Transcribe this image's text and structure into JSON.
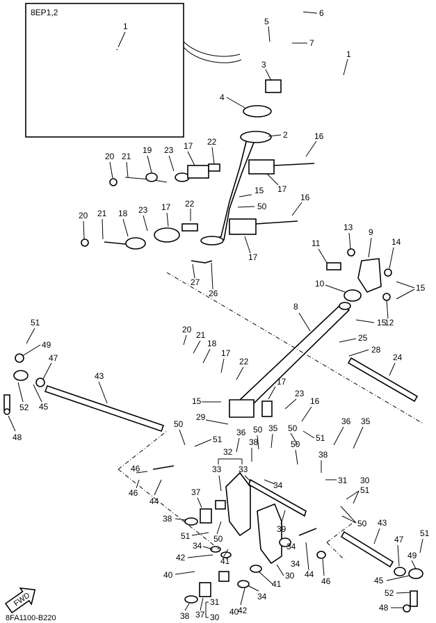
{
  "inset": {
    "title": "8EP1,2",
    "callout": "1"
  },
  "diagram_code": "8FA1100-B220",
  "fwd_label": "FWD",
  "labels": [
    "1",
    "2",
    "3",
    "4",
    "5",
    "6",
    "7",
    "8",
    "9",
    "10",
    "11",
    "12",
    "13",
    "14",
    "15",
    "16",
    "17",
    "18",
    "19",
    "20",
    "21",
    "22",
    "23",
    "24",
    "25",
    "26",
    "27",
    "28",
    "29",
    "30",
    "31",
    "32",
    "33",
    "34",
    "35",
    "36",
    "37",
    "38",
    "39",
    "40",
    "41",
    "42",
    "43",
    "44",
    "45",
    "46",
    "47",
    "48",
    "49",
    "50",
    "51",
    "52"
  ]
}
